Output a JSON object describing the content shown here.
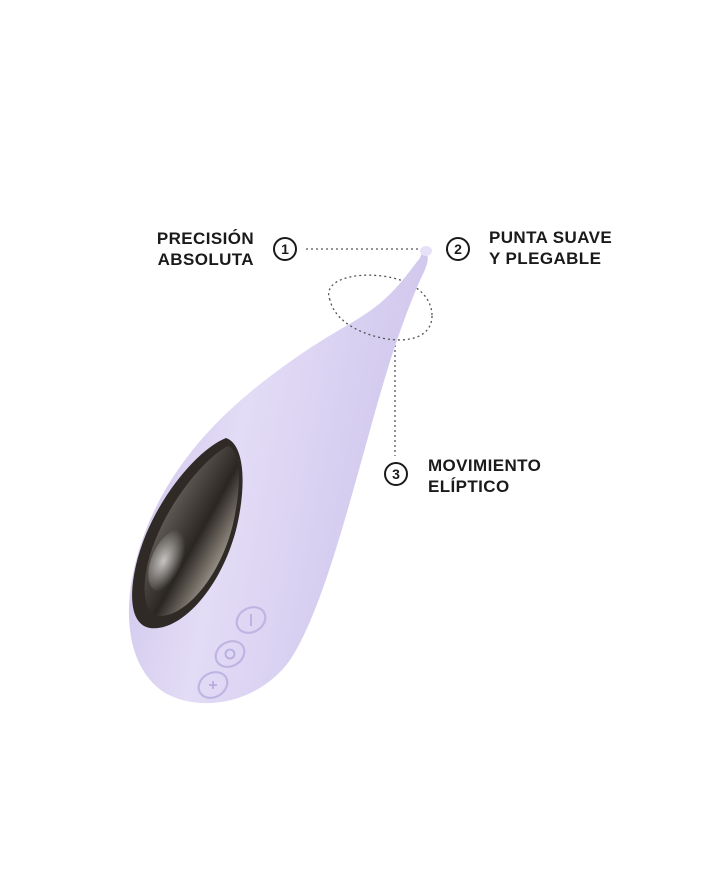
{
  "callouts": [
    {
      "number": "1",
      "line1": "PRECISIÓN",
      "line2": "ABSOLUTA"
    },
    {
      "number": "2",
      "line1": "PUNTA SUAVE",
      "line2": "Y PLEGABLE"
    },
    {
      "number": "3",
      "line1": "MOVIMIENTO",
      "line2": "ELÍPTICO"
    }
  ],
  "device": {
    "body_color": "#d8d0f0",
    "plate_color": "#8a8580"
  }
}
